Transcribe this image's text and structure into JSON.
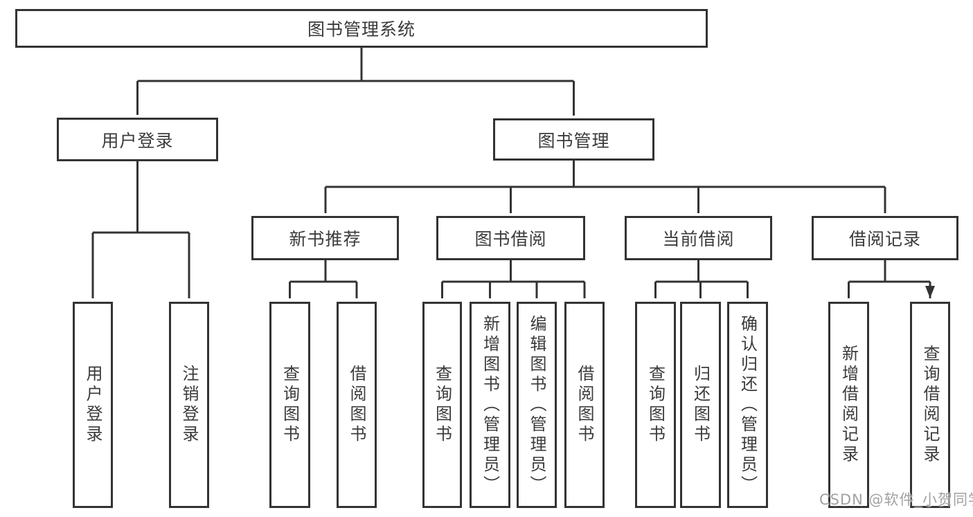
{
  "colors": {
    "line": "#333333",
    "node_border": "#333333",
    "node_text": "#3b3b3b",
    "background": "#ffffff",
    "watermark_text": "#9a9a9a"
  },
  "diagram": {
    "type": "hierarchy-tree",
    "root": {
      "label": "图书管理系统"
    },
    "level2": [
      {
        "label": "用户登录"
      },
      {
        "label": "图书管理"
      }
    ],
    "level3": [
      {
        "label": "新书推荐"
      },
      {
        "label": "图书借阅"
      },
      {
        "label": "当前借阅"
      },
      {
        "label": "借阅记录"
      }
    ],
    "leaves": {
      "user_login": [
        {
          "label": "用户登录"
        },
        {
          "label": "注销登录"
        }
      ],
      "new_book_recommend": [
        {
          "label": "查询图书"
        },
        {
          "label": "借阅图书"
        }
      ],
      "book_borrow": [
        {
          "label": "查询图书"
        },
        {
          "label": "新增图书（管理员）"
        },
        {
          "label": "编辑图书（管理员）"
        },
        {
          "label": "借阅图书"
        }
      ],
      "current_borrow": [
        {
          "label": "查询图书"
        },
        {
          "label": "归还图书"
        },
        {
          "label": "确认归还（管理员）"
        }
      ],
      "borrow_records": [
        {
          "label": "新增借阅记录"
        },
        {
          "label": "查询借阅记录"
        }
      ]
    },
    "watermark": "CSDN @软件_小贺同学"
  }
}
